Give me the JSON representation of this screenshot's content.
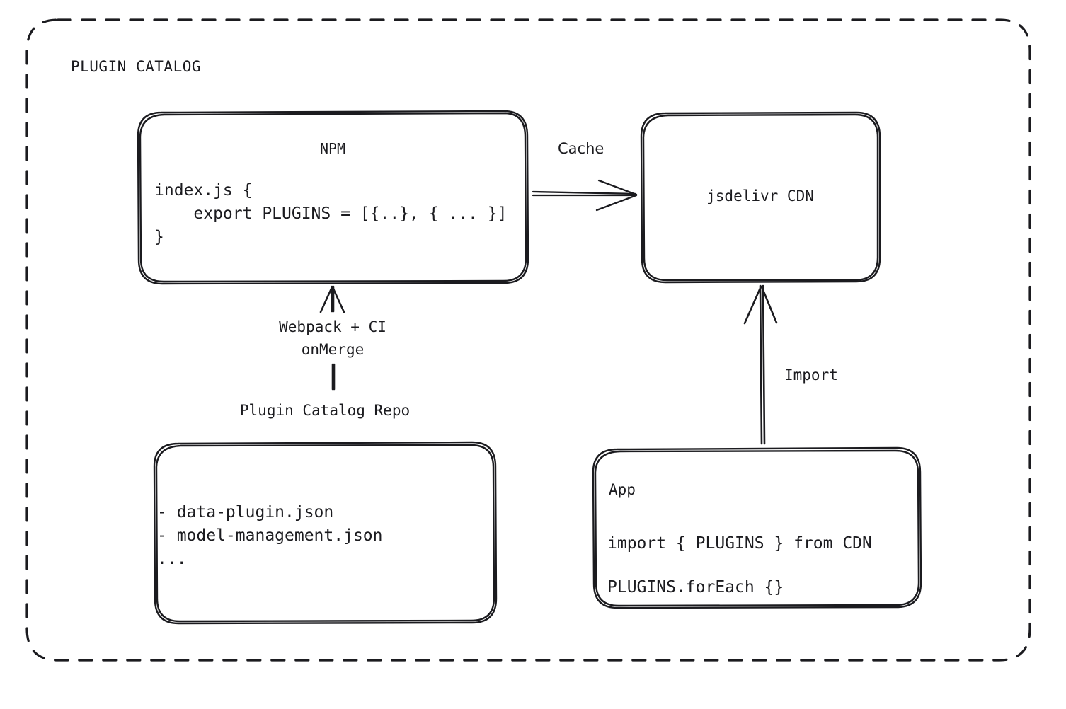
{
  "diagram": {
    "frame_title": "PLUGIN CATALOG",
    "background": "#ffffff",
    "stroke_color": "#1b1b1f",
    "nodes": {
      "npm": {
        "title": "NPM",
        "code": "index.js {\n    export PLUGINS = [{..}, { ... }]\n}"
      },
      "cdn": {
        "title": "jsdelivr CDN"
      },
      "repo": {
        "label": "Plugin Catalog Repo",
        "code": "- data-plugin.json\n- model-management.json\n..."
      },
      "app": {
        "title": "App",
        "line1": "import { PLUGINS } from CDN",
        "line2": "PLUGINS.forEach {}"
      }
    },
    "edges": {
      "cache": {
        "label": "Cache",
        "from": "npm",
        "to": "cdn"
      },
      "webpack": {
        "label": "Webpack + CI\nonMerge",
        "from": "repo",
        "to": "npm"
      },
      "import": {
        "label": "Import",
        "from": "app",
        "to": "cdn"
      }
    }
  }
}
